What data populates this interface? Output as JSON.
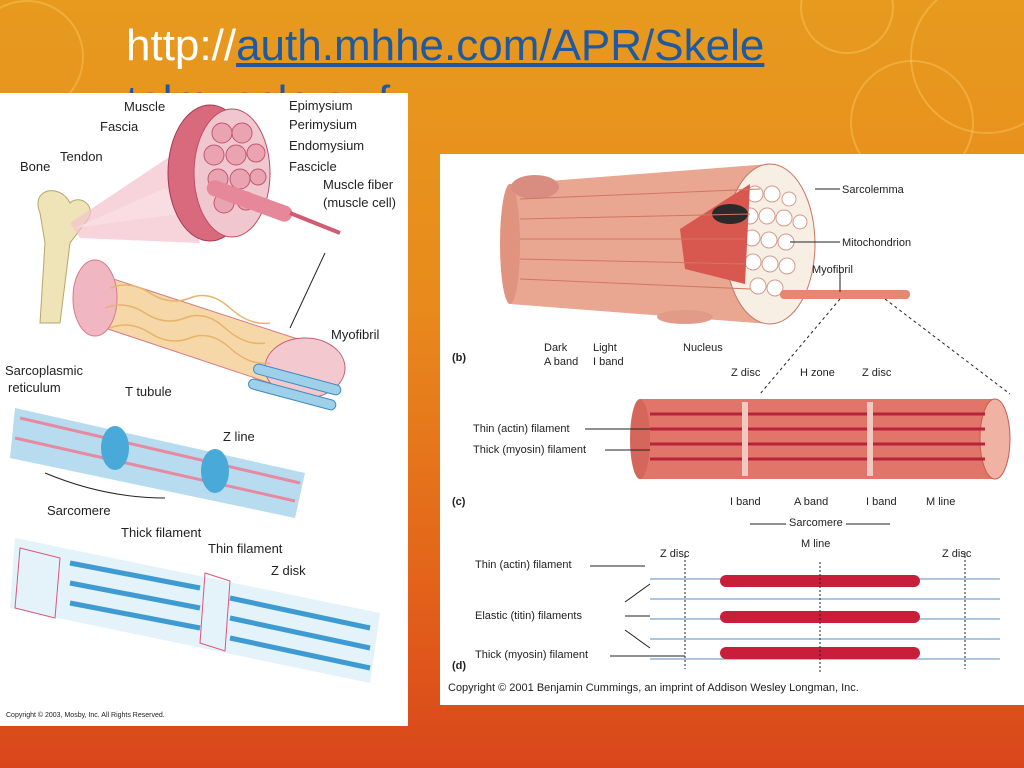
{
  "slide": {
    "title_prefix": "http://",
    "title_link": "auth.mhhe.com/APR/Skele",
    "title_link_wrap": "talmuscle.swf"
  },
  "left_figure": {
    "labels": {
      "muscle": "Muscle",
      "fascia": "Fascia",
      "bone": "Bone",
      "tendon": "Tendon",
      "epimysium": "Epimysium",
      "perimysium": "Perimysium",
      "endomysium": "Endomysium",
      "fascicle": "Fascicle",
      "muscle_fiber": "Muscle fiber",
      "muscle_cell": "(muscle cell)",
      "myofibril": "Myofibril",
      "sarcoplasmic_1": "Sarcoplasmic",
      "sarcoplasmic_2": "reticulum",
      "t_tubule": "T tubule",
      "z_line": "Z line",
      "sarcomere": "Sarcomere",
      "thick_filament": "Thick filament",
      "thin_filament": "Thin filament",
      "z_disk": "Z disk"
    },
    "copyright": "Copyright © 2003, Mosby, Inc. All Rights Reserved."
  },
  "right_figure": {
    "labels": {
      "sarcolemma": "Sarcolemma",
      "mitochondrion": "Mitochondrion",
      "myofibril": "Myofibril",
      "dark": "Dark",
      "a_band_top": "A band",
      "light": "Light",
      "i_band_top": "I band",
      "nucleus": "Nucleus",
      "b": "(b)",
      "z_disc_1": "Z disc",
      "h_zone": "H zone",
      "z_disc_2": "Z disc",
      "thin_actin_1": "Thin (actin) filament",
      "thick_myosin_1": "Thick (myosin) filament",
      "c": "(c)",
      "i_band_1": "I band",
      "a_band": "A band",
      "i_band_2": "I band",
      "m_line_1": "M line",
      "sarcomere": "Sarcomere",
      "z_disc_3": "Z disc",
      "m_line_2": "M line",
      "z_disc_4": "Z disc",
      "thin_actin_2": "Thin (actin) filament",
      "elastic": "Elastic (titin) filaments",
      "thick_myosin_2": "Thick (myosin) filament",
      "d": "(d)"
    },
    "copyright": "Copyright © 2001 Benjamin Cummings, an imprint of Addison Wesley Longman, Inc."
  }
}
